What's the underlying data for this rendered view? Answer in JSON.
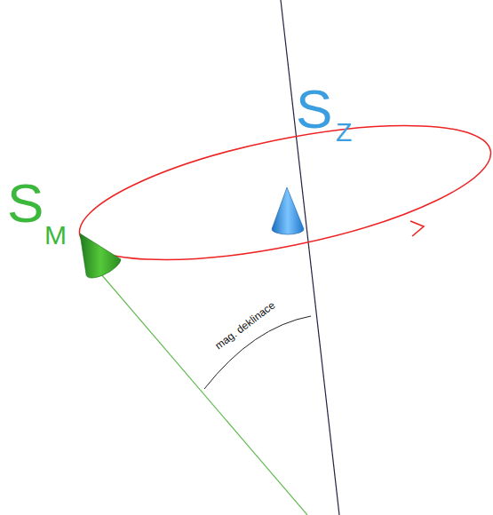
{
  "diagram": {
    "labels": [
      "S",
      "M",
      "S",
      "Z",
      "mag. deklinace"
    ]
  }
}
